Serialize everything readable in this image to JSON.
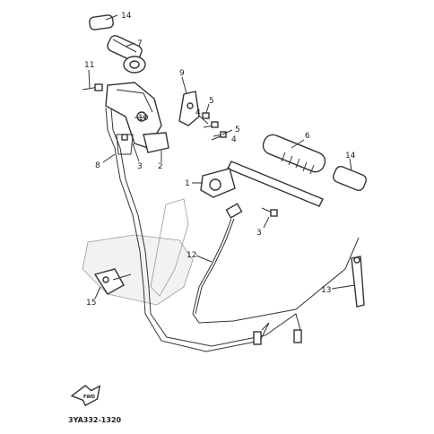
{
  "diagram": {
    "part_labels": {
      "p14a": "14",
      "p7": "7",
      "p11": "11",
      "p9": "9",
      "p5a": "5",
      "p4a": "4",
      "p10": "10",
      "p5b": "5",
      "p4b": "4",
      "p8": "8",
      "p3a": "3",
      "p2": "2",
      "p6": "6",
      "p14b": "14",
      "p1": "1",
      "p3b": "3",
      "p12": "12",
      "p13": "13",
      "p15": "15"
    },
    "direction_mark": "FWD",
    "figure_code": "3YA332-1320"
  }
}
